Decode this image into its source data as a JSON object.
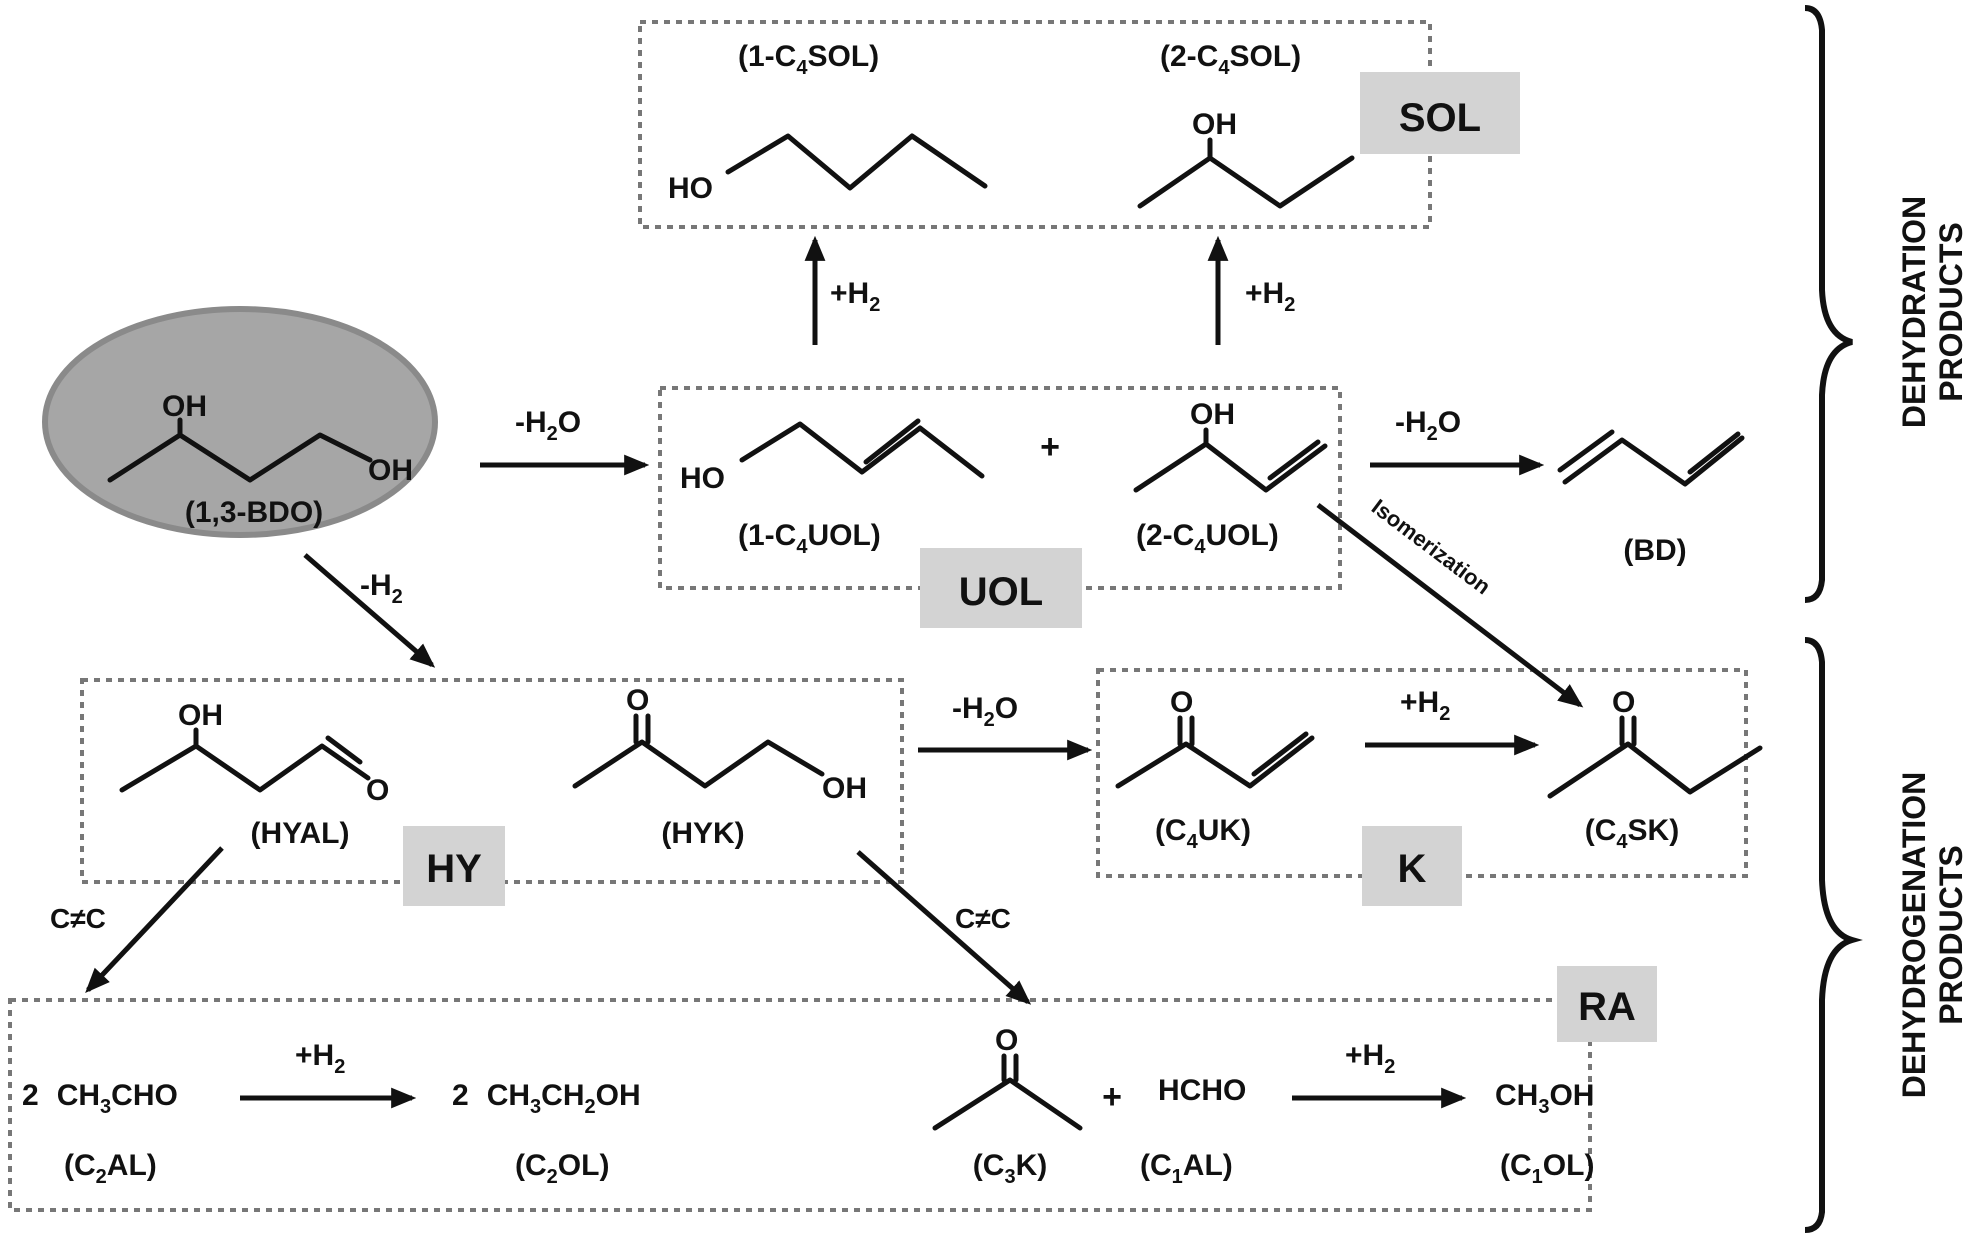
{
  "groups": {
    "sol": "SOL",
    "uol": "UOL",
    "hy": "HY",
    "k": "K",
    "ra": "RA"
  },
  "brackets": {
    "dehydration_line1": "DEHYDRATION",
    "dehydration_line2": "PRODUCTS",
    "dehydrogenation_line1": "DEHYDROGENATION",
    "dehydrogenation_line2": "PRODUCTS"
  },
  "atoms": {
    "oh": "OH",
    "ho": "HO",
    "o": "O"
  },
  "compounds": {
    "bdo": "(1,3-BDO)",
    "c4sol1": {
      "pre": "(1-C",
      "sub": "4",
      "post": "SOL)"
    },
    "c4sol2": {
      "pre": "(2-C",
      "sub": "4",
      "post": "SOL)"
    },
    "c4uol1": {
      "pre": "(1-C",
      "sub": "4",
      "post": "UOL)"
    },
    "c4uol2": {
      "pre": "(2-C",
      "sub": "4",
      "post": "UOL)"
    },
    "bd": "(BD)",
    "hyal": "(HYAL)",
    "hyk": "(HYK)",
    "c4uk": {
      "pre": "(C",
      "sub": "4",
      "post": "UK)"
    },
    "c4sk": {
      "pre": "(C",
      "sub": "4",
      "post": "SK)"
    },
    "c2al": {
      "pre": "(C",
      "sub": "2",
      "post": "AL)"
    },
    "c2ol": {
      "pre": "(C",
      "sub": "2",
      "post": "OL)"
    },
    "c3k": {
      "pre": "(C",
      "sub": "3",
      "post": "K)"
    },
    "c1al": {
      "pre": "(C",
      "sub": "1",
      "post": "AL)"
    },
    "c1ol": {
      "pre": "(C",
      "sub": "1",
      "post": "OL)"
    }
  },
  "formulas": {
    "acetaldehyde": {
      "coef": "2",
      "a": "CH",
      "s1": "3",
      "b": "CHO"
    },
    "ethanol": {
      "coef": "2",
      "a": "CH",
      "s1": "3",
      "b": "CH",
      "s2": "2",
      "c": "OH"
    },
    "formaldehyde": "HCHO",
    "methanol": {
      "a": "CH",
      "s1": "3",
      "b": "OH"
    }
  },
  "reactions": {
    "plus_h2": {
      "pre": "+H",
      "sub": "2"
    },
    "minus_h2o": {
      "pre": "-H",
      "sub": "2",
      "post": "O"
    },
    "minus_h2": {
      "pre": "-H",
      "sub": "2"
    },
    "cc_cleavage": "C≠C",
    "isomerization": "Isomerization",
    "plus": "+"
  }
}
